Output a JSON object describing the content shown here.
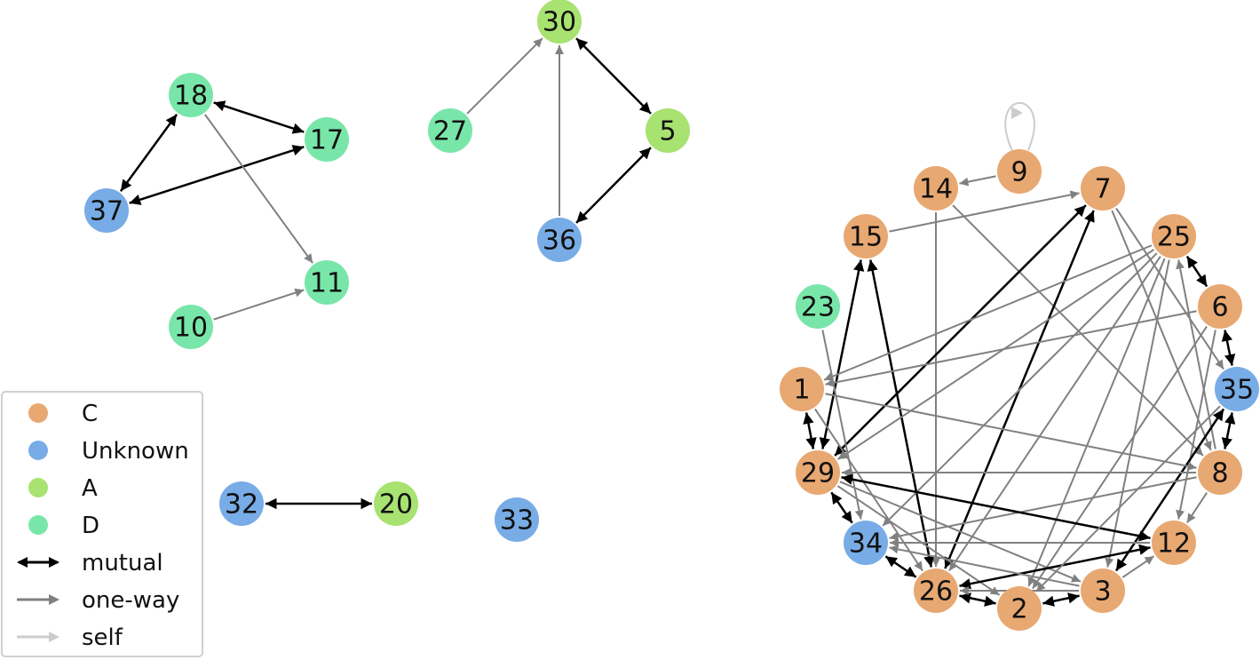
{
  "colors": {
    "C": "#e8a872",
    "Unknown": "#78ace6",
    "A": "#a8e271",
    "D": "#79e6a9",
    "mutual": "#000000",
    "one_way": "#808080",
    "self": "#cccccc"
  },
  "nodes": [
    {
      "id": "18",
      "group": "D"
    },
    {
      "id": "17",
      "group": "D"
    },
    {
      "id": "37",
      "group": "Unknown"
    },
    {
      "id": "11",
      "group": "D"
    },
    {
      "id": "10",
      "group": "D"
    },
    {
      "id": "30",
      "group": "A"
    },
    {
      "id": "27",
      "group": "D"
    },
    {
      "id": "5",
      "group": "A"
    },
    {
      "id": "36",
      "group": "Unknown"
    },
    {
      "id": "32",
      "group": "Unknown"
    },
    {
      "id": "20",
      "group": "A"
    },
    {
      "id": "33",
      "group": "Unknown"
    },
    {
      "id": "9",
      "group": "C"
    },
    {
      "id": "14",
      "group": "C"
    },
    {
      "id": "7",
      "group": "C"
    },
    {
      "id": "25",
      "group": "C"
    },
    {
      "id": "15",
      "group": "C"
    },
    {
      "id": "6",
      "group": "C"
    },
    {
      "id": "23",
      "group": "D"
    },
    {
      "id": "35",
      "group": "Unknown"
    },
    {
      "id": "1",
      "group": "C"
    },
    {
      "id": "8",
      "group": "C"
    },
    {
      "id": "29",
      "group": "C"
    },
    {
      "id": "12",
      "group": "C"
    },
    {
      "id": "34",
      "group": "Unknown"
    },
    {
      "id": "3",
      "group": "C"
    },
    {
      "id": "26",
      "group": "C"
    },
    {
      "id": "2",
      "group": "C"
    }
  ],
  "edges": [
    {
      "source": "18",
      "target": "17",
      "type": "mutual"
    },
    {
      "source": "18",
      "target": "37",
      "type": "mutual"
    },
    {
      "source": "37",
      "target": "17",
      "type": "mutual"
    },
    {
      "source": "18",
      "target": "11",
      "type": "one-way"
    },
    {
      "source": "10",
      "target": "11",
      "type": "one-way"
    },
    {
      "source": "27",
      "target": "30",
      "type": "one-way"
    },
    {
      "source": "36",
      "target": "30",
      "type": "one-way"
    },
    {
      "source": "30",
      "target": "5",
      "type": "mutual"
    },
    {
      "source": "5",
      "target": "36",
      "type": "mutual"
    },
    {
      "source": "32",
      "target": "20",
      "type": "mutual"
    },
    {
      "source": "9",
      "target": "9",
      "type": "self"
    },
    {
      "source": "9",
      "target": "14",
      "type": "one-way"
    },
    {
      "source": "14",
      "target": "26",
      "type": "one-way"
    },
    {
      "source": "14",
      "target": "8",
      "type": "one-way"
    },
    {
      "source": "15",
      "target": "7",
      "type": "one-way"
    },
    {
      "source": "7",
      "target": "29",
      "type": "mutual"
    },
    {
      "source": "7",
      "target": "26",
      "type": "mutual"
    },
    {
      "source": "7",
      "target": "8",
      "type": "one-way"
    },
    {
      "source": "7",
      "target": "35",
      "type": "one-way"
    },
    {
      "source": "15",
      "target": "29",
      "type": "mutual"
    },
    {
      "source": "15",
      "target": "26",
      "type": "mutual"
    },
    {
      "source": "23",
      "target": "34",
      "type": "one-way"
    },
    {
      "source": "25",
      "target": "1",
      "type": "one-way"
    },
    {
      "source": "25",
      "target": "6",
      "type": "mutual"
    },
    {
      "source": "25",
      "target": "34",
      "type": "one-way"
    },
    {
      "source": "25",
      "target": "26",
      "type": "one-way"
    },
    {
      "source": "25",
      "target": "2",
      "type": "one-way"
    },
    {
      "source": "25",
      "target": "3",
      "type": "one-way"
    },
    {
      "source": "25",
      "target": "29",
      "type": "one-way"
    },
    {
      "source": "6",
      "target": "1",
      "type": "one-way"
    },
    {
      "source": "6",
      "target": "35",
      "type": "mutual"
    },
    {
      "source": "6",
      "target": "2",
      "type": "one-way"
    },
    {
      "source": "6",
      "target": "12",
      "type": "one-way"
    },
    {
      "source": "8",
      "target": "25",
      "type": "one-way"
    },
    {
      "source": "35",
      "target": "8",
      "type": "mutual"
    },
    {
      "source": "35",
      "target": "3",
      "type": "mutual"
    },
    {
      "source": "1",
      "target": "29",
      "type": "mutual"
    },
    {
      "source": "1",
      "target": "8",
      "type": "one-way"
    },
    {
      "source": "1",
      "target": "26",
      "type": "one-way"
    },
    {
      "source": "8",
      "target": "29",
      "type": "one-way"
    },
    {
      "source": "8",
      "target": "34",
      "type": "one-way"
    },
    {
      "source": "8",
      "target": "12",
      "type": "one-way"
    },
    {
      "source": "29",
      "target": "12",
      "type": "mutual"
    },
    {
      "source": "29",
      "target": "34",
      "type": "mutual"
    },
    {
      "source": "29",
      "target": "3",
      "type": "one-way"
    },
    {
      "source": "29",
      "target": "2",
      "type": "one-way"
    },
    {
      "source": "12",
      "target": "26",
      "type": "mutual"
    },
    {
      "source": "12",
      "target": "34",
      "type": "one-way"
    },
    {
      "source": "34",
      "target": "26",
      "type": "mutual"
    },
    {
      "source": "26",
      "target": "2",
      "type": "mutual"
    },
    {
      "source": "2",
      "target": "3",
      "type": "mutual"
    },
    {
      "source": "3",
      "target": "34",
      "type": "one-way"
    },
    {
      "source": "3",
      "target": "26",
      "type": "one-way"
    },
    {
      "source": "3",
      "target": "12",
      "type": "one-way"
    },
    {
      "source": "35",
      "target": "2",
      "type": "one-way"
    }
  ],
  "legend": {
    "items": [
      {
        "label": "C",
        "kind": "marker",
        "group": "C"
      },
      {
        "label": "Unknown",
        "kind": "marker",
        "group": "Unknown"
      },
      {
        "label": "A",
        "kind": "marker",
        "group": "A"
      },
      {
        "label": "D",
        "kind": "marker",
        "group": "D"
      },
      {
        "label": "mutual",
        "kind": "mutual-arrow"
      },
      {
        "label": "one-way",
        "kind": "oneway-arrow"
      },
      {
        "label": "self",
        "kind": "self-arrow"
      }
    ]
  }
}
